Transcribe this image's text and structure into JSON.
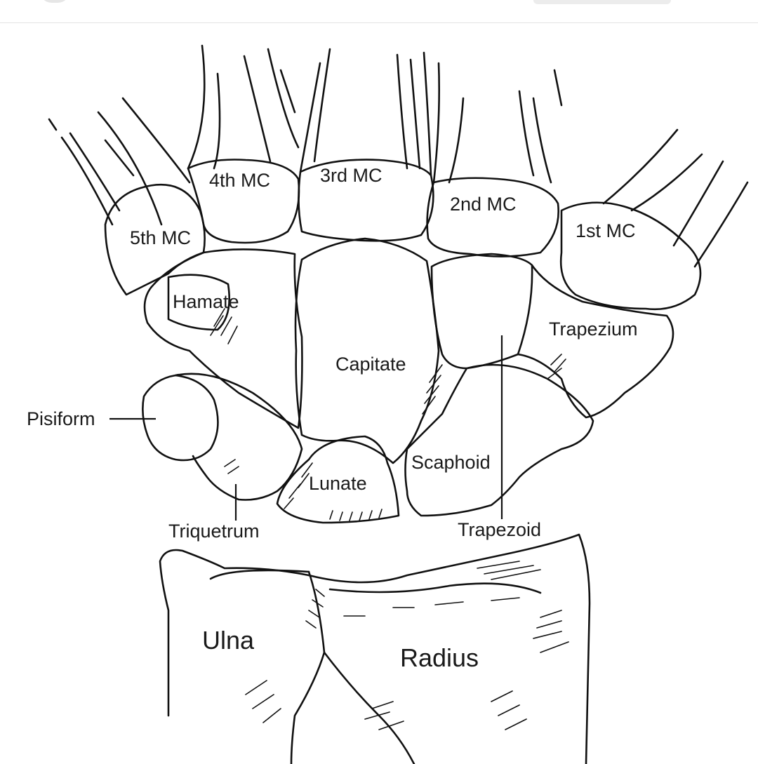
{
  "labels": {
    "mc4": "4th MC",
    "mc3": "3rd MC",
    "mc2": "2nd MC",
    "mc5": "5th MC",
    "mc1": "1st MC",
    "hamate": "Hamate",
    "capitate": "Capitate",
    "trapezium": "Trapezium",
    "pisiform": "Pisiform",
    "lunate": "Lunate",
    "scaphoid": "Scaphoid",
    "triquetrum": "Triquetrum",
    "trapezoid": "Trapezoid",
    "ulna": "Ulna",
    "radius": "Radius"
  }
}
